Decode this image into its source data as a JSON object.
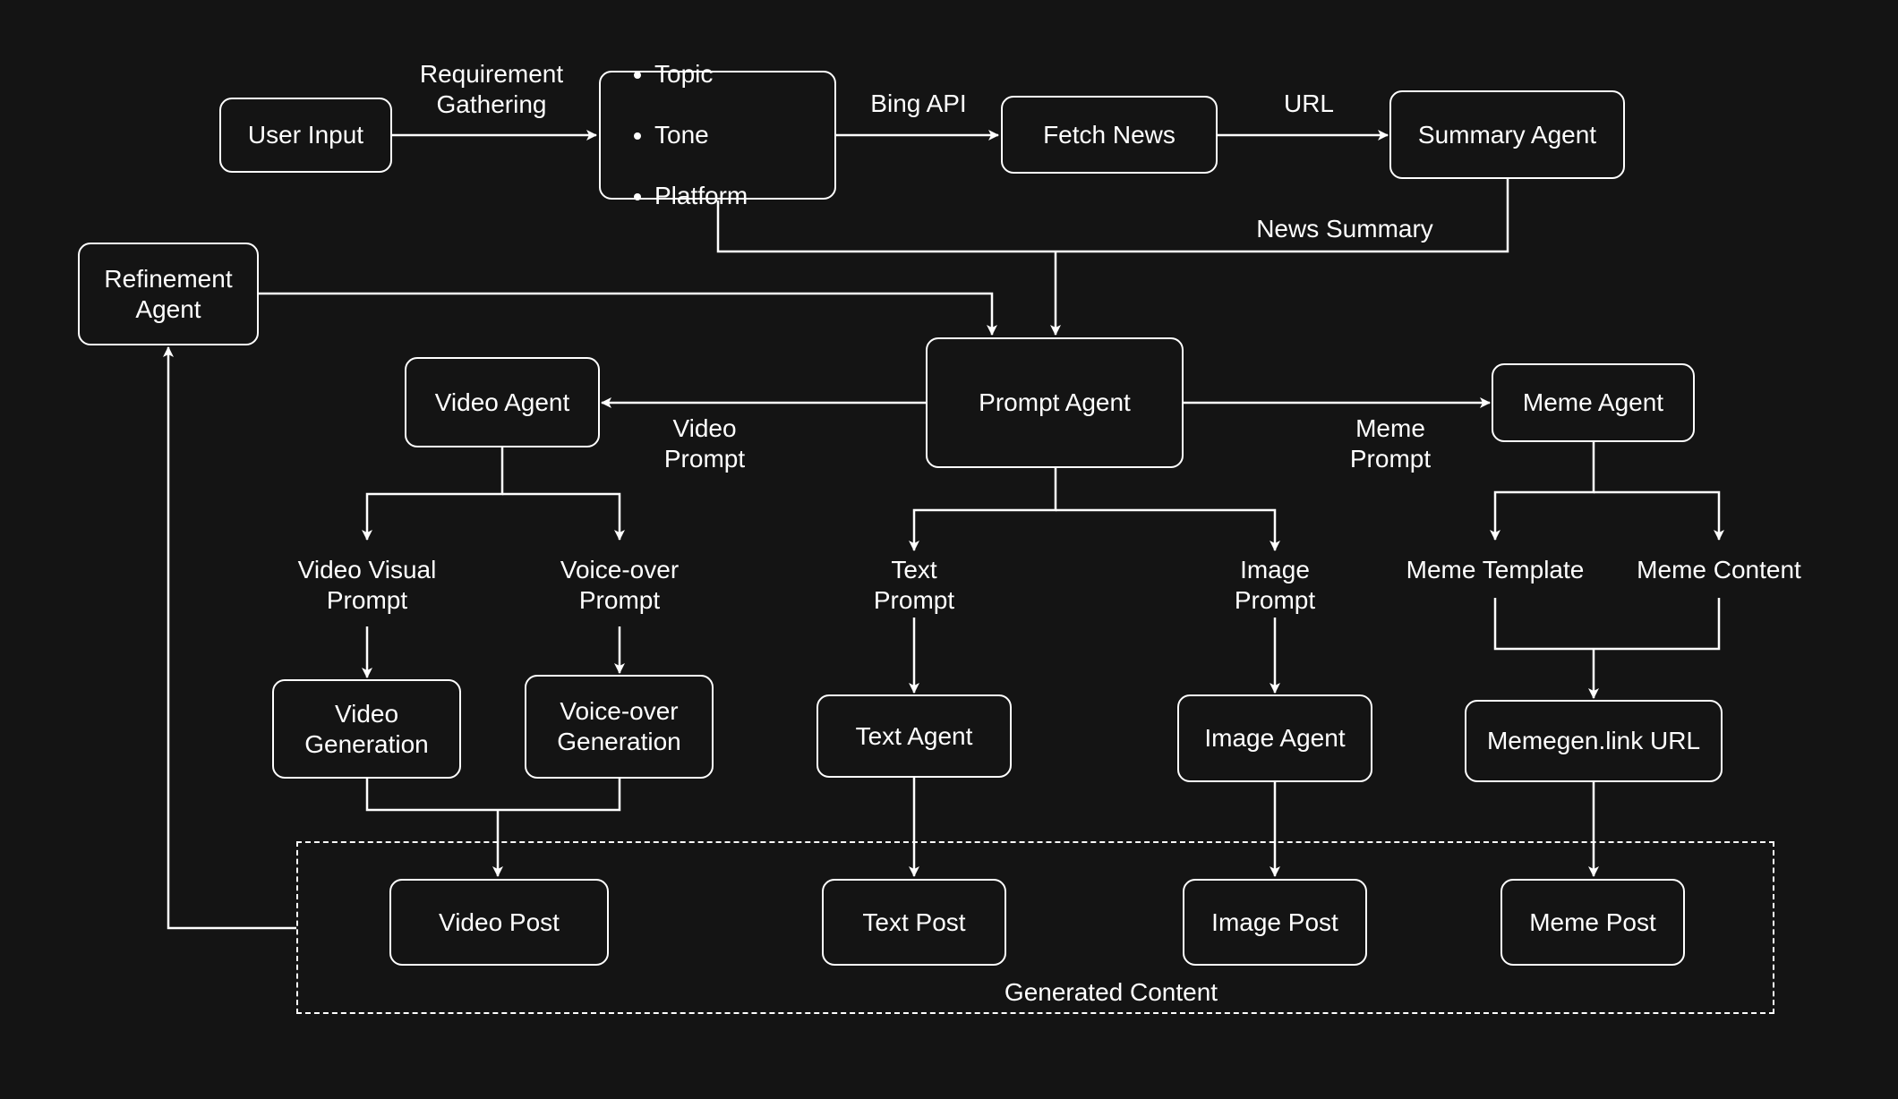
{
  "nodes": {
    "user_input": "User Input",
    "requirements": [
      "Topic",
      "Tone",
      "Platform"
    ],
    "fetch_news": "Fetch News",
    "summary_agent": "Summary Agent",
    "refinement_agent": "Refinement\nAgent",
    "prompt_agent": "Prompt Agent",
    "video_agent": "Video Agent",
    "meme_agent": "Meme Agent",
    "video_generation": "Video\nGeneration",
    "voiceover_generation": "Voice-over\nGeneration",
    "text_agent": "Text Agent",
    "image_agent": "Image Agent",
    "memegen_url": "Memegen.link URL",
    "video_post": "Video Post",
    "text_post": "Text Post",
    "image_post": "Image Post",
    "meme_post": "Meme Post"
  },
  "labels": {
    "requirement_gathering": "Requirement\nGathering",
    "bing_api": "Bing API",
    "url": "URL",
    "news_summary": "News Summary",
    "video_prompt": "Video\nPrompt",
    "meme_prompt": "Meme\nPrompt",
    "video_visual_prompt": "Video Visual\nPrompt",
    "voiceover_prompt": "Voice-over\nPrompt",
    "text_prompt": "Text\nPrompt",
    "image_prompt": "Image\nPrompt",
    "meme_template": "Meme Template",
    "meme_content": "Meme Content",
    "generated_content": "Generated Content"
  },
  "colors": {
    "background": "#141414",
    "stroke": "#ffffff"
  }
}
